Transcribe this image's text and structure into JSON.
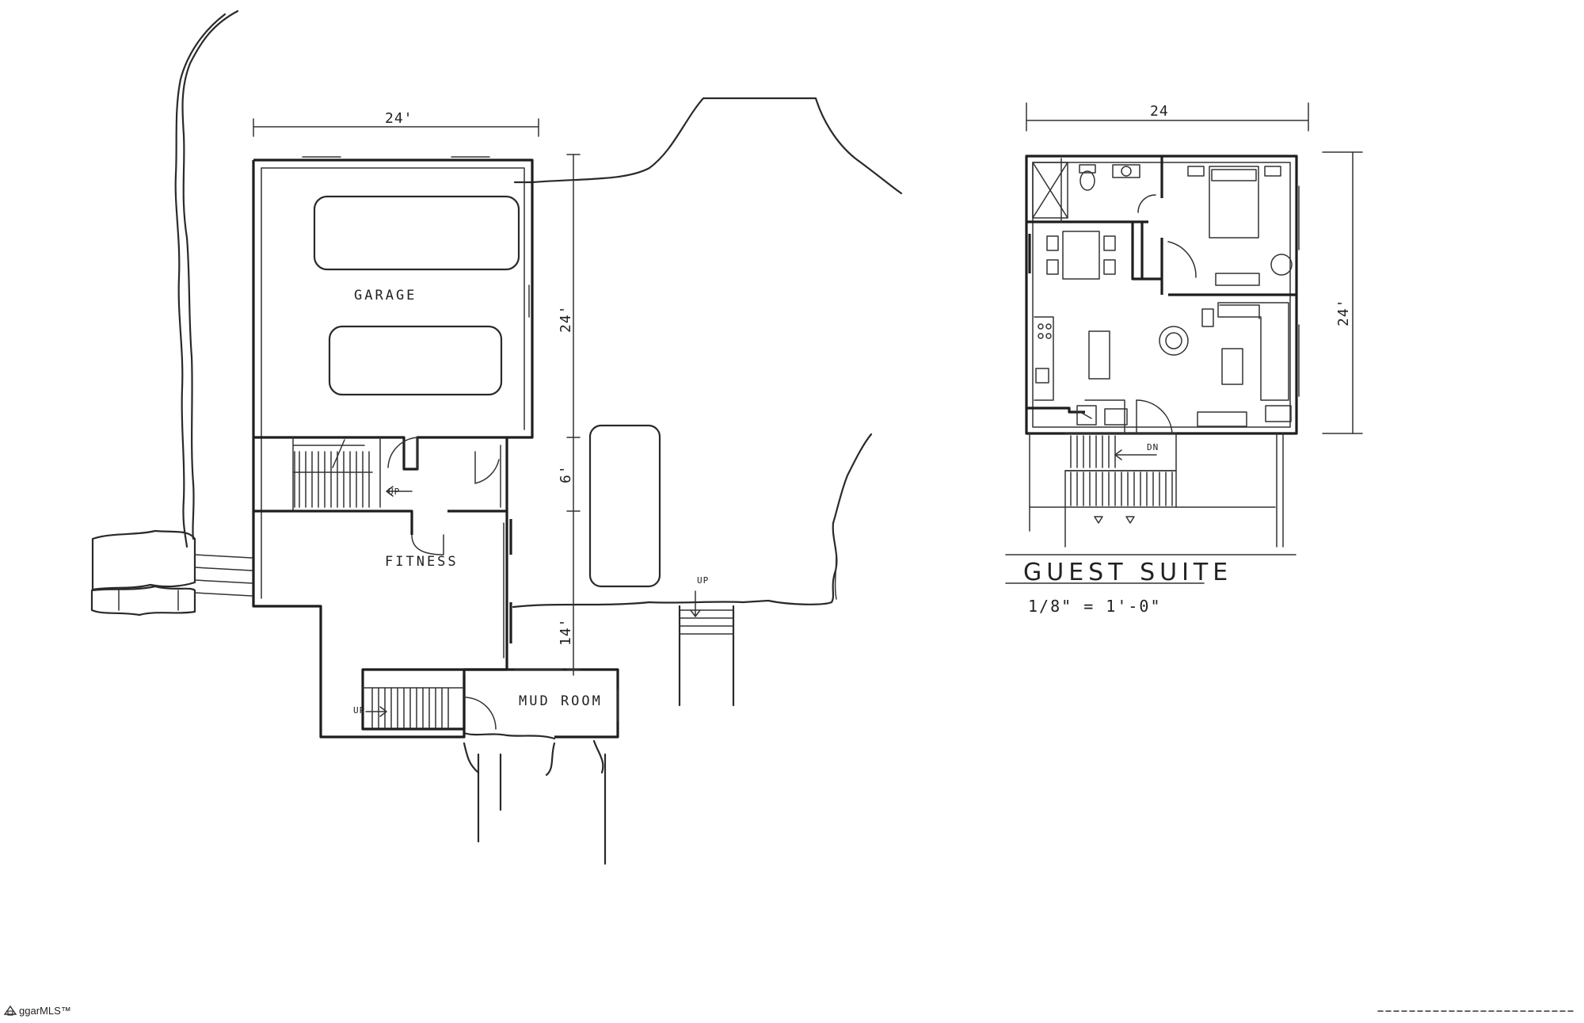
{
  "plan": {
    "left": {
      "labels": {
        "garage": "GARAGE",
        "fitness": "FITNESS",
        "mud_room": "MUD ROOM",
        "up_stair_1": "UP",
        "up_stair_2": "UP",
        "up_stair_3": "UP"
      },
      "dimensions": {
        "width_top": "24'",
        "depth_garage": "24'",
        "depth_mid": "6'",
        "depth_lower": "14'"
      }
    },
    "right": {
      "labels": {
        "dn_stair": "DN"
      },
      "dimensions": {
        "width_top": "24",
        "depth_right": "24'"
      },
      "title": "GUEST SUITE",
      "scale": "1/8\" = 1'-0\""
    }
  },
  "watermark": {
    "text": "ggarMLS™"
  }
}
